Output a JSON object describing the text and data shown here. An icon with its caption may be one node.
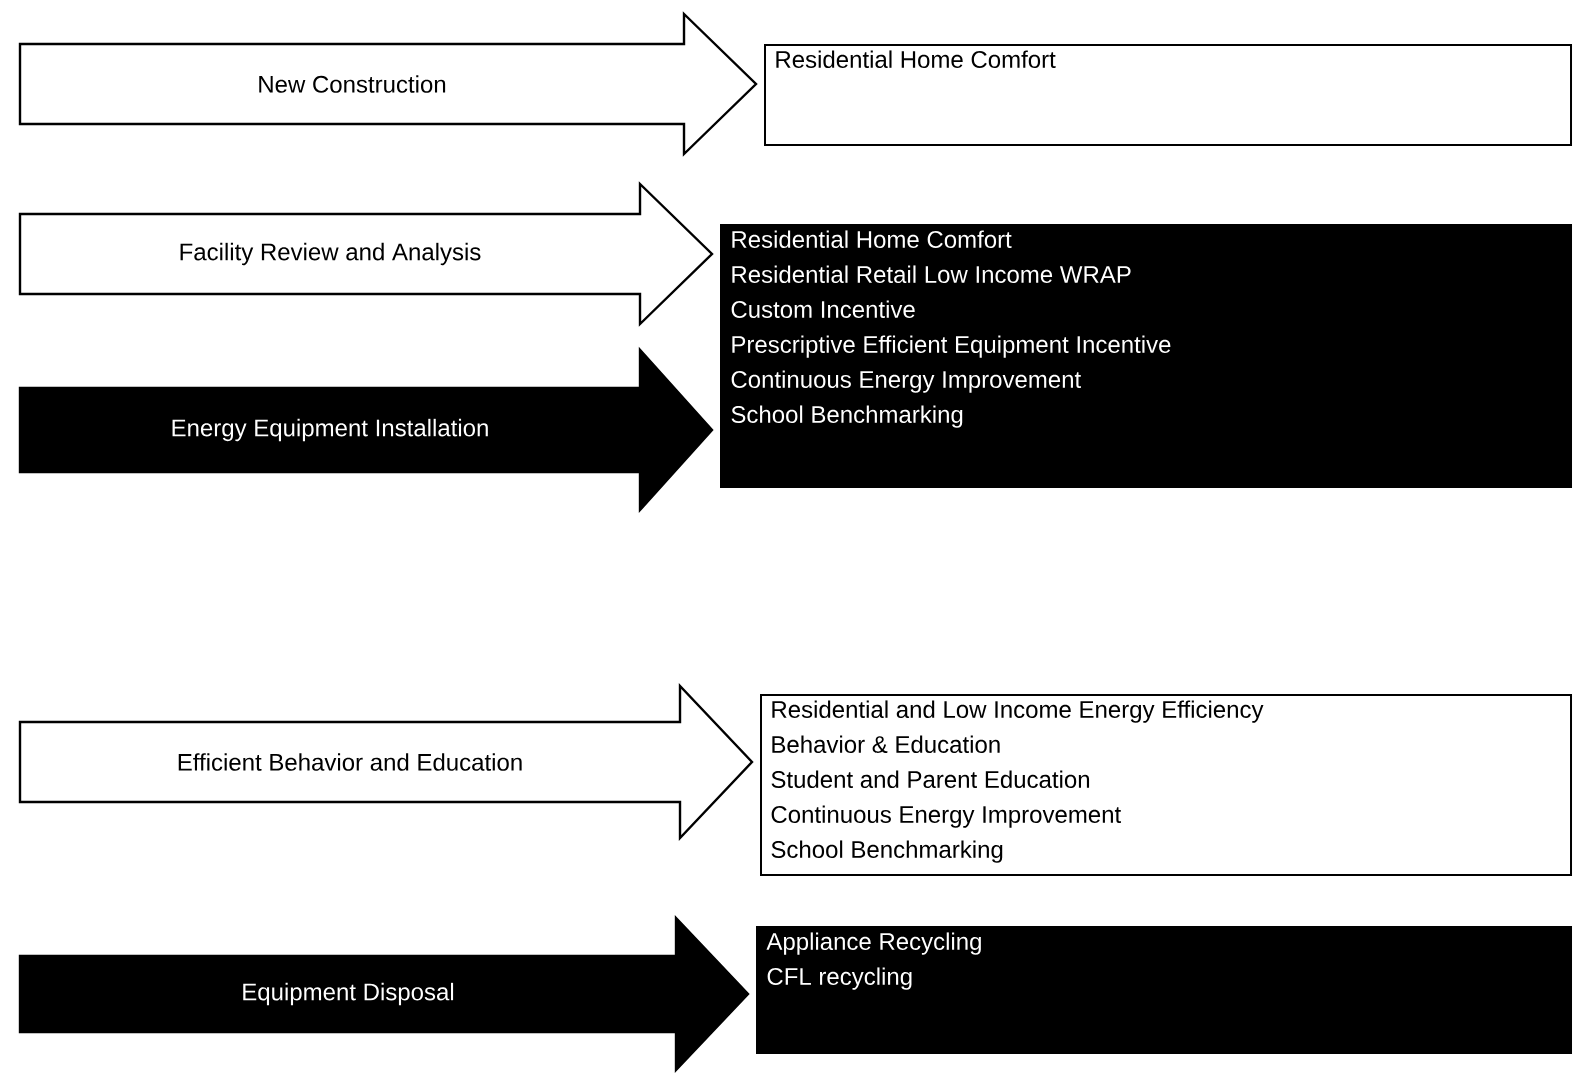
{
  "diagram": {
    "nodes": [
      {
        "text": [
          "Residential Home Comfort"
        ]
      },
      {
        "text": [
          "Residential Home Comfort",
          "Residential Retail Low Income WRAP",
          "Custom Incentive",
          "Prescriptive Efficient Equipment Incentive",
          "Continuous Energy Improvement",
          "School Benchmarking"
        ]
      },
      {
        "text": [
          "Residential and Low Income Energy Efficiency",
          "Behavior & Education",
          "Student and Parent Education",
          "Continuous Energy Improvement",
          "School Benchmarking"
        ]
      },
      {
        "text": [
          "Appliance Recycling",
          "CFL recycling"
        ]
      }
    ],
    "edges": [
      {
        "from": null,
        "to": 0,
        "arrow": "to",
        "label": "New Construction"
      },
      {
        "from": null,
        "to": 1,
        "arrow": "to",
        "label": "Facility Review and Analysis"
      },
      {
        "from": null,
        "to": 1,
        "arrow": "to",
        "label": "Energy Equipment Installation"
      },
      {
        "from": null,
        "to": 2,
        "arrow": "to",
        "label": "Efficient Behavior and Education"
      },
      {
        "from": null,
        "to": 3,
        "arrow": "to",
        "label": "Equipment Disposal"
      }
    ]
  }
}
